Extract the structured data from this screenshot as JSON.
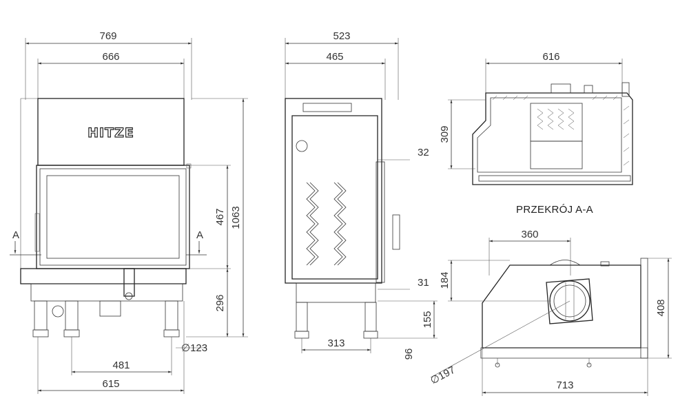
{
  "brand_logo": "HITZE",
  "section_label": "PRZEKRÓJ A-A",
  "front_view": {
    "section_marker_left": "A",
    "section_marker_right": "A",
    "dims": {
      "overall_width": "769",
      "door_width": "666",
      "glass_height": "467",
      "overall_height": "1063",
      "leg_height": "296",
      "flue_diameter": "123",
      "leg_spacing": "481",
      "base_width": "615"
    }
  },
  "side_view": {
    "dims": {
      "overall_depth": "523",
      "body_depth": "465",
      "handle_offset": "32",
      "bottom_offset": "31",
      "leg_depth": "313",
      "air_inlet_height": "155",
      "air_inlet_offset": "96"
    }
  },
  "section_view": {
    "dims": {
      "section_width": "616",
      "section_height": "309"
    }
  },
  "top_view": {
    "dims": {
      "flue_center": "360",
      "flue_depth": "184",
      "overall_depth": "408",
      "overall_width": "713",
      "air_diameter": "197"
    },
    "diameter_prefix": "∅"
  }
}
